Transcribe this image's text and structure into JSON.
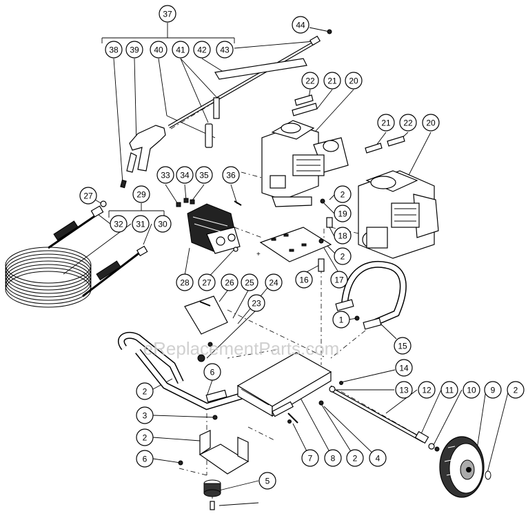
{
  "watermark": "eReplacementParts.com",
  "callouts": [
    "37",
    "44",
    "38",
    "39",
    "40",
    "41",
    "42",
    "43",
    "22",
    "21",
    "20",
    "21",
    "22",
    "20",
    "33",
    "34",
    "35",
    "36",
    "27",
    "29",
    "32",
    "31",
    "30",
    "19",
    "18",
    "28",
    "27",
    "26",
    "25",
    "24",
    "23",
    "2",
    "16",
    "17",
    "2",
    "15",
    "1",
    "2",
    "6",
    "14",
    "13",
    "12",
    "11",
    "10",
    "9",
    "2",
    "3",
    "2",
    "6",
    "7",
    "8",
    "2",
    "4",
    "5"
  ]
}
